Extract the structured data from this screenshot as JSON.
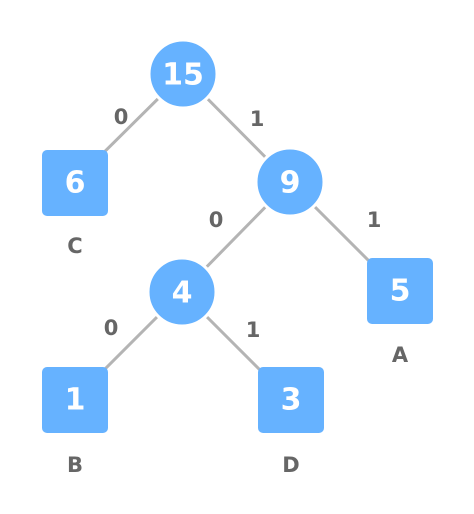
{
  "tree": {
    "nodes": {
      "root": {
        "value": "15",
        "shape": "circle"
      },
      "n9": {
        "value": "9",
        "shape": "circle"
      },
      "n4": {
        "value": "4",
        "shape": "circle"
      },
      "leaf6": {
        "value": "6",
        "shape": "square",
        "label": "C"
      },
      "leaf5": {
        "value": "5",
        "shape": "square",
        "label": "A"
      },
      "leaf1": {
        "value": "1",
        "shape": "square",
        "label": "B"
      },
      "leaf3": {
        "value": "3",
        "shape": "square",
        "label": "D"
      }
    },
    "edges": [
      {
        "from": "root",
        "to": "leaf6",
        "label": "0"
      },
      {
        "from": "root",
        "to": "n9",
        "label": "1"
      },
      {
        "from": "n9",
        "to": "n4",
        "label": "0"
      },
      {
        "from": "n9",
        "to": "leaf5",
        "label": "1"
      },
      {
        "from": "n4",
        "to": "leaf1",
        "label": "0"
      },
      {
        "from": "n4",
        "to": "leaf3",
        "label": "1"
      }
    ]
  },
  "colors": {
    "node_fill": "#66b2ff",
    "edge": "#b4b4b4",
    "label_text": "#666666"
  }
}
